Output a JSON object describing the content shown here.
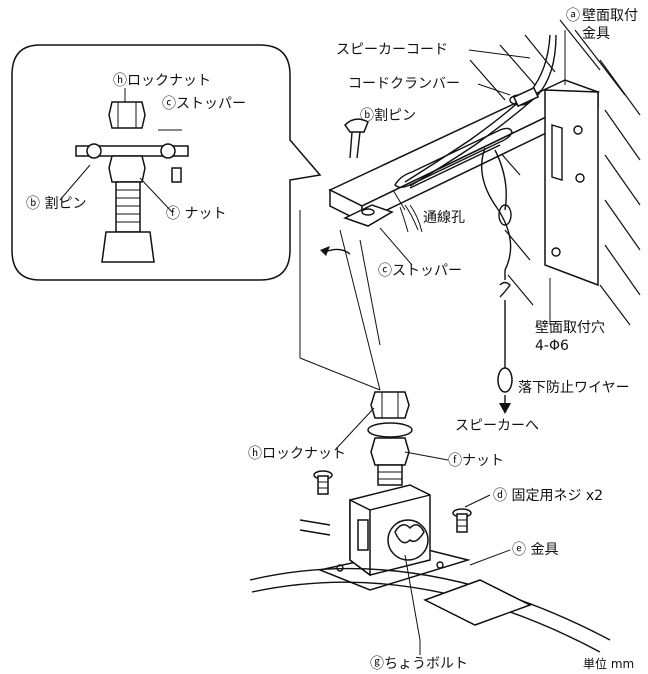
{
  "labels": {
    "a_mark": "ⓐ",
    "a_line1": "壁面取付",
    "a_line2": "金具",
    "speaker_cord": "スピーカーコード",
    "cord_clamper": "コードクランバー",
    "b_top": "ⓑ割ピン",
    "inset_h": "ⓗロックナット",
    "inset_c": "ⓒストッパー",
    "inset_b": "ⓑ 割ピン",
    "inset_f": "ⓕ ナット",
    "wire_hole": "通線孔",
    "c_stopper": "ⓒストッパー",
    "mount_hole_line1": "壁面取付穴",
    "mount_hole_line2": "4-Φ6",
    "fall_wire": "落下防止ワイヤー",
    "to_speaker": "スピーカーへ",
    "h_locknut": "ⓗロックナット",
    "f_nut": "ⓕナット",
    "d_screw": "ⓓ 固定用ネジ x2",
    "e_bracket": "ⓔ 金具",
    "g_bolt": "ⓖちょうボルト",
    "unit": "単位 mm"
  }
}
